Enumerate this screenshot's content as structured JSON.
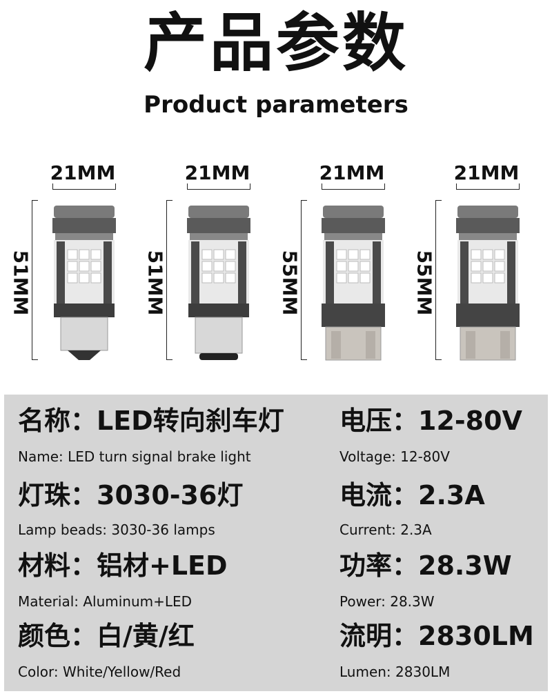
{
  "header": {
    "title_zh": "产品参数",
    "title_en": "Product parameters"
  },
  "bulbs": [
    {
      "width_label": "21MM",
      "height_label": "51MM",
      "base": "ba15s"
    },
    {
      "width_label": "21MM",
      "height_label": "51MM",
      "base": "ba15s"
    },
    {
      "width_label": "21MM",
      "height_label": "55MM",
      "base": "wedge"
    },
    {
      "width_label": "21MM",
      "height_label": "55MM",
      "base": "wedge"
    }
  ],
  "specs": {
    "name_zh": "名称：LED转向刹车灯",
    "name_en": "Name: LED turn signal brake light",
    "voltage_zh": "电压：12-80V",
    "voltage_en": "Voltage: 12-80V",
    "beads_zh": "灯珠：3030-36灯",
    "beads_en": "Lamp beads: 3030-36 lamps",
    "current_zh": "电流：2.3A",
    "current_en": "Current: 2.3A",
    "material_zh": "材料：铝材+LED",
    "material_en": "Material: Aluminum+LED",
    "power_zh": "功率：28.3W",
    "power_en": "Power: 28.3W",
    "color_zh": "颜色：白/黄/红",
    "color_en": "Color: White/Yellow/Red",
    "lumen_zh": "流明：2830LM",
    "lumen_en": "Lumen: 2830LM"
  }
}
